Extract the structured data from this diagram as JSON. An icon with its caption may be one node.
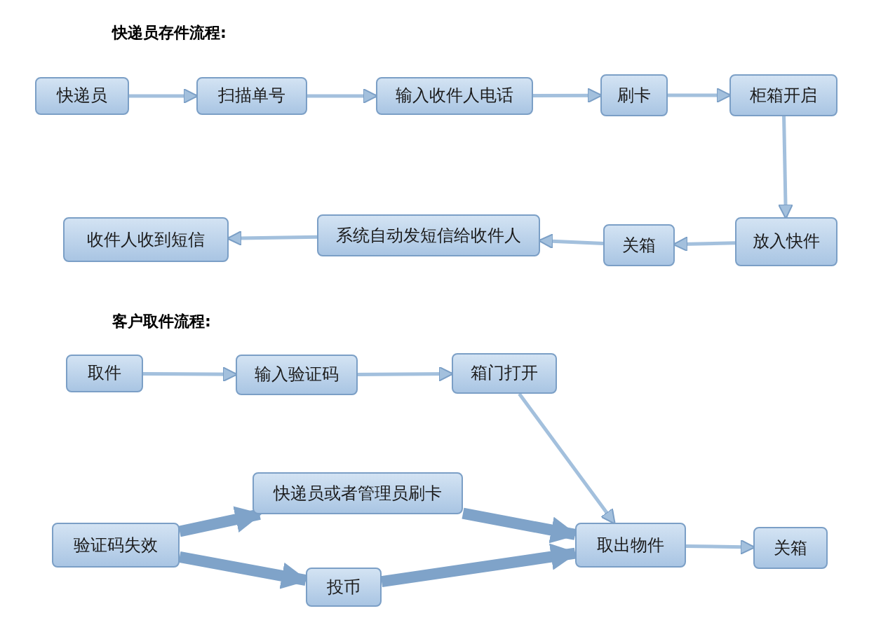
{
  "diagram": {
    "nodes": [
      {
        "text": [
          "快递员"
        ]
      },
      {
        "text": [
          "扫描单号"
        ]
      },
      {
        "text": [
          "输入收件人电话"
        ]
      },
      {
        "text": [
          "刷卡"
        ]
      },
      {
        "text": [
          "柜箱开启"
        ]
      },
      {
        "text": [
          "放入快件"
        ]
      },
      {
        "text": [
          "关箱"
        ]
      },
      {
        "text": [
          "系统自动发短信给收件人"
        ]
      },
      {
        "text": [
          "收件人收到短信"
        ]
      },
      {
        "text": [
          "取件"
        ]
      },
      {
        "text": [
          "输入验证码"
        ]
      },
      {
        "text": [
          "箱门打开"
        ]
      },
      {
        "text": [
          "快递员或者管理员刷卡"
        ]
      },
      {
        "text": [
          "验证码失效"
        ]
      },
      {
        "text": [
          "投币"
        ]
      },
      {
        "text": [
          "取出物件"
        ]
      },
      {
        "text": [
          "关箱"
        ]
      }
    ],
    "edges": [
      {
        "from": 0,
        "to": 1,
        "arrow": "to"
      },
      {
        "from": 1,
        "to": 2,
        "arrow": "to"
      },
      {
        "from": 2,
        "to": 3,
        "arrow": "to"
      },
      {
        "from": 3,
        "to": 4,
        "arrow": "to"
      },
      {
        "from": 4,
        "to": 5,
        "arrow": "to"
      },
      {
        "from": 5,
        "to": 6,
        "arrow": "to"
      },
      {
        "from": 6,
        "to": 7,
        "arrow": "to"
      },
      {
        "from": 7,
        "to": 8,
        "arrow": "to"
      },
      {
        "from": 9,
        "to": 10,
        "arrow": "to"
      },
      {
        "from": 10,
        "to": 11,
        "arrow": "to"
      },
      {
        "from": 11,
        "to": 15,
        "arrow": "to"
      },
      {
        "from": 13,
        "to": 12,
        "arrow": "to",
        "style": "thick"
      },
      {
        "from": 13,
        "to": 14,
        "arrow": "to",
        "style": "thick"
      },
      {
        "from": 12,
        "to": 15,
        "arrow": "to",
        "style": "thick"
      },
      {
        "from": 14,
        "to": 15,
        "arrow": "to",
        "style": "thick"
      },
      {
        "from": 15,
        "to": 16,
        "arrow": "to"
      }
    ],
    "labels": [
      "快递员存件流程:",
      "客户取件流程:"
    ]
  }
}
